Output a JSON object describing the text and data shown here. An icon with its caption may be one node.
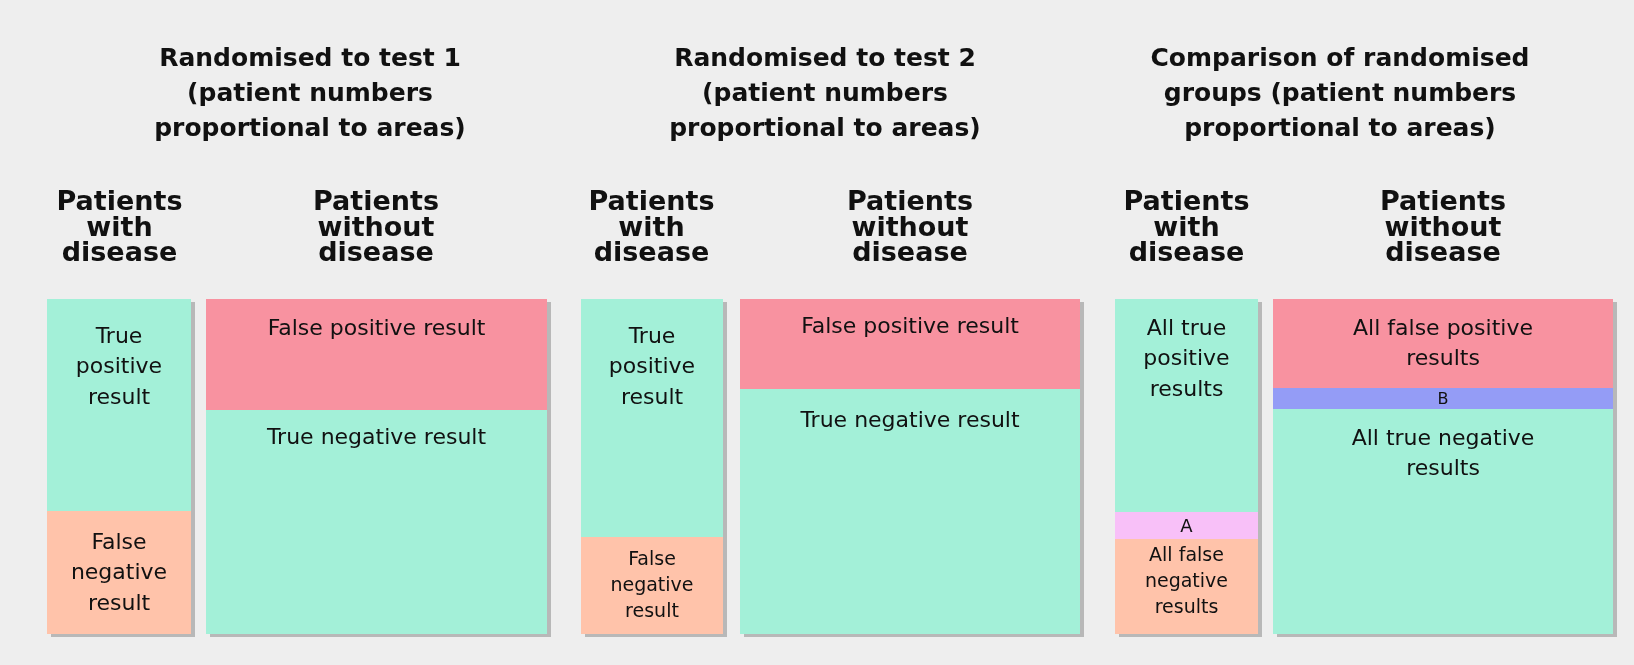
{
  "diagram": {
    "nodes": [
      {
        "text": [
          "True positive result"
        ]
      },
      {
        "text": [
          "False negative result"
        ]
      },
      {
        "text": [
          "False positive result"
        ]
      },
      {
        "text": [
          "True negative result"
        ]
      },
      {
        "text": [
          "True positive result"
        ]
      },
      {
        "text": [
          "False negative result"
        ]
      },
      {
        "text": [
          "False positive result"
        ]
      },
      {
        "text": [
          "True negative result"
        ]
      },
      {
        "text": [
          "All true positive results"
        ]
      },
      {
        "text": [
          "A"
        ]
      },
      {
        "text": [
          "All false negative results"
        ]
      },
      {
        "text": [
          "All false positive results"
        ]
      },
      {
        "text": [
          "B"
        ]
      },
      {
        "text": [
          "All true negative results"
        ]
      }
    ],
    "labels": [
      "Randomised to test 1 (patient numbers proportional to areas)",
      "Randomised to test 2 (patient numbers proportional to areas)",
      "Comparison of randomised groups (patient numbers proportional to areas)",
      "Patients with disease",
      "Patients without disease",
      "Patients with disease",
      "Patients without disease",
      "Patients with disease",
      "Patients without disease"
    ]
  }
}
